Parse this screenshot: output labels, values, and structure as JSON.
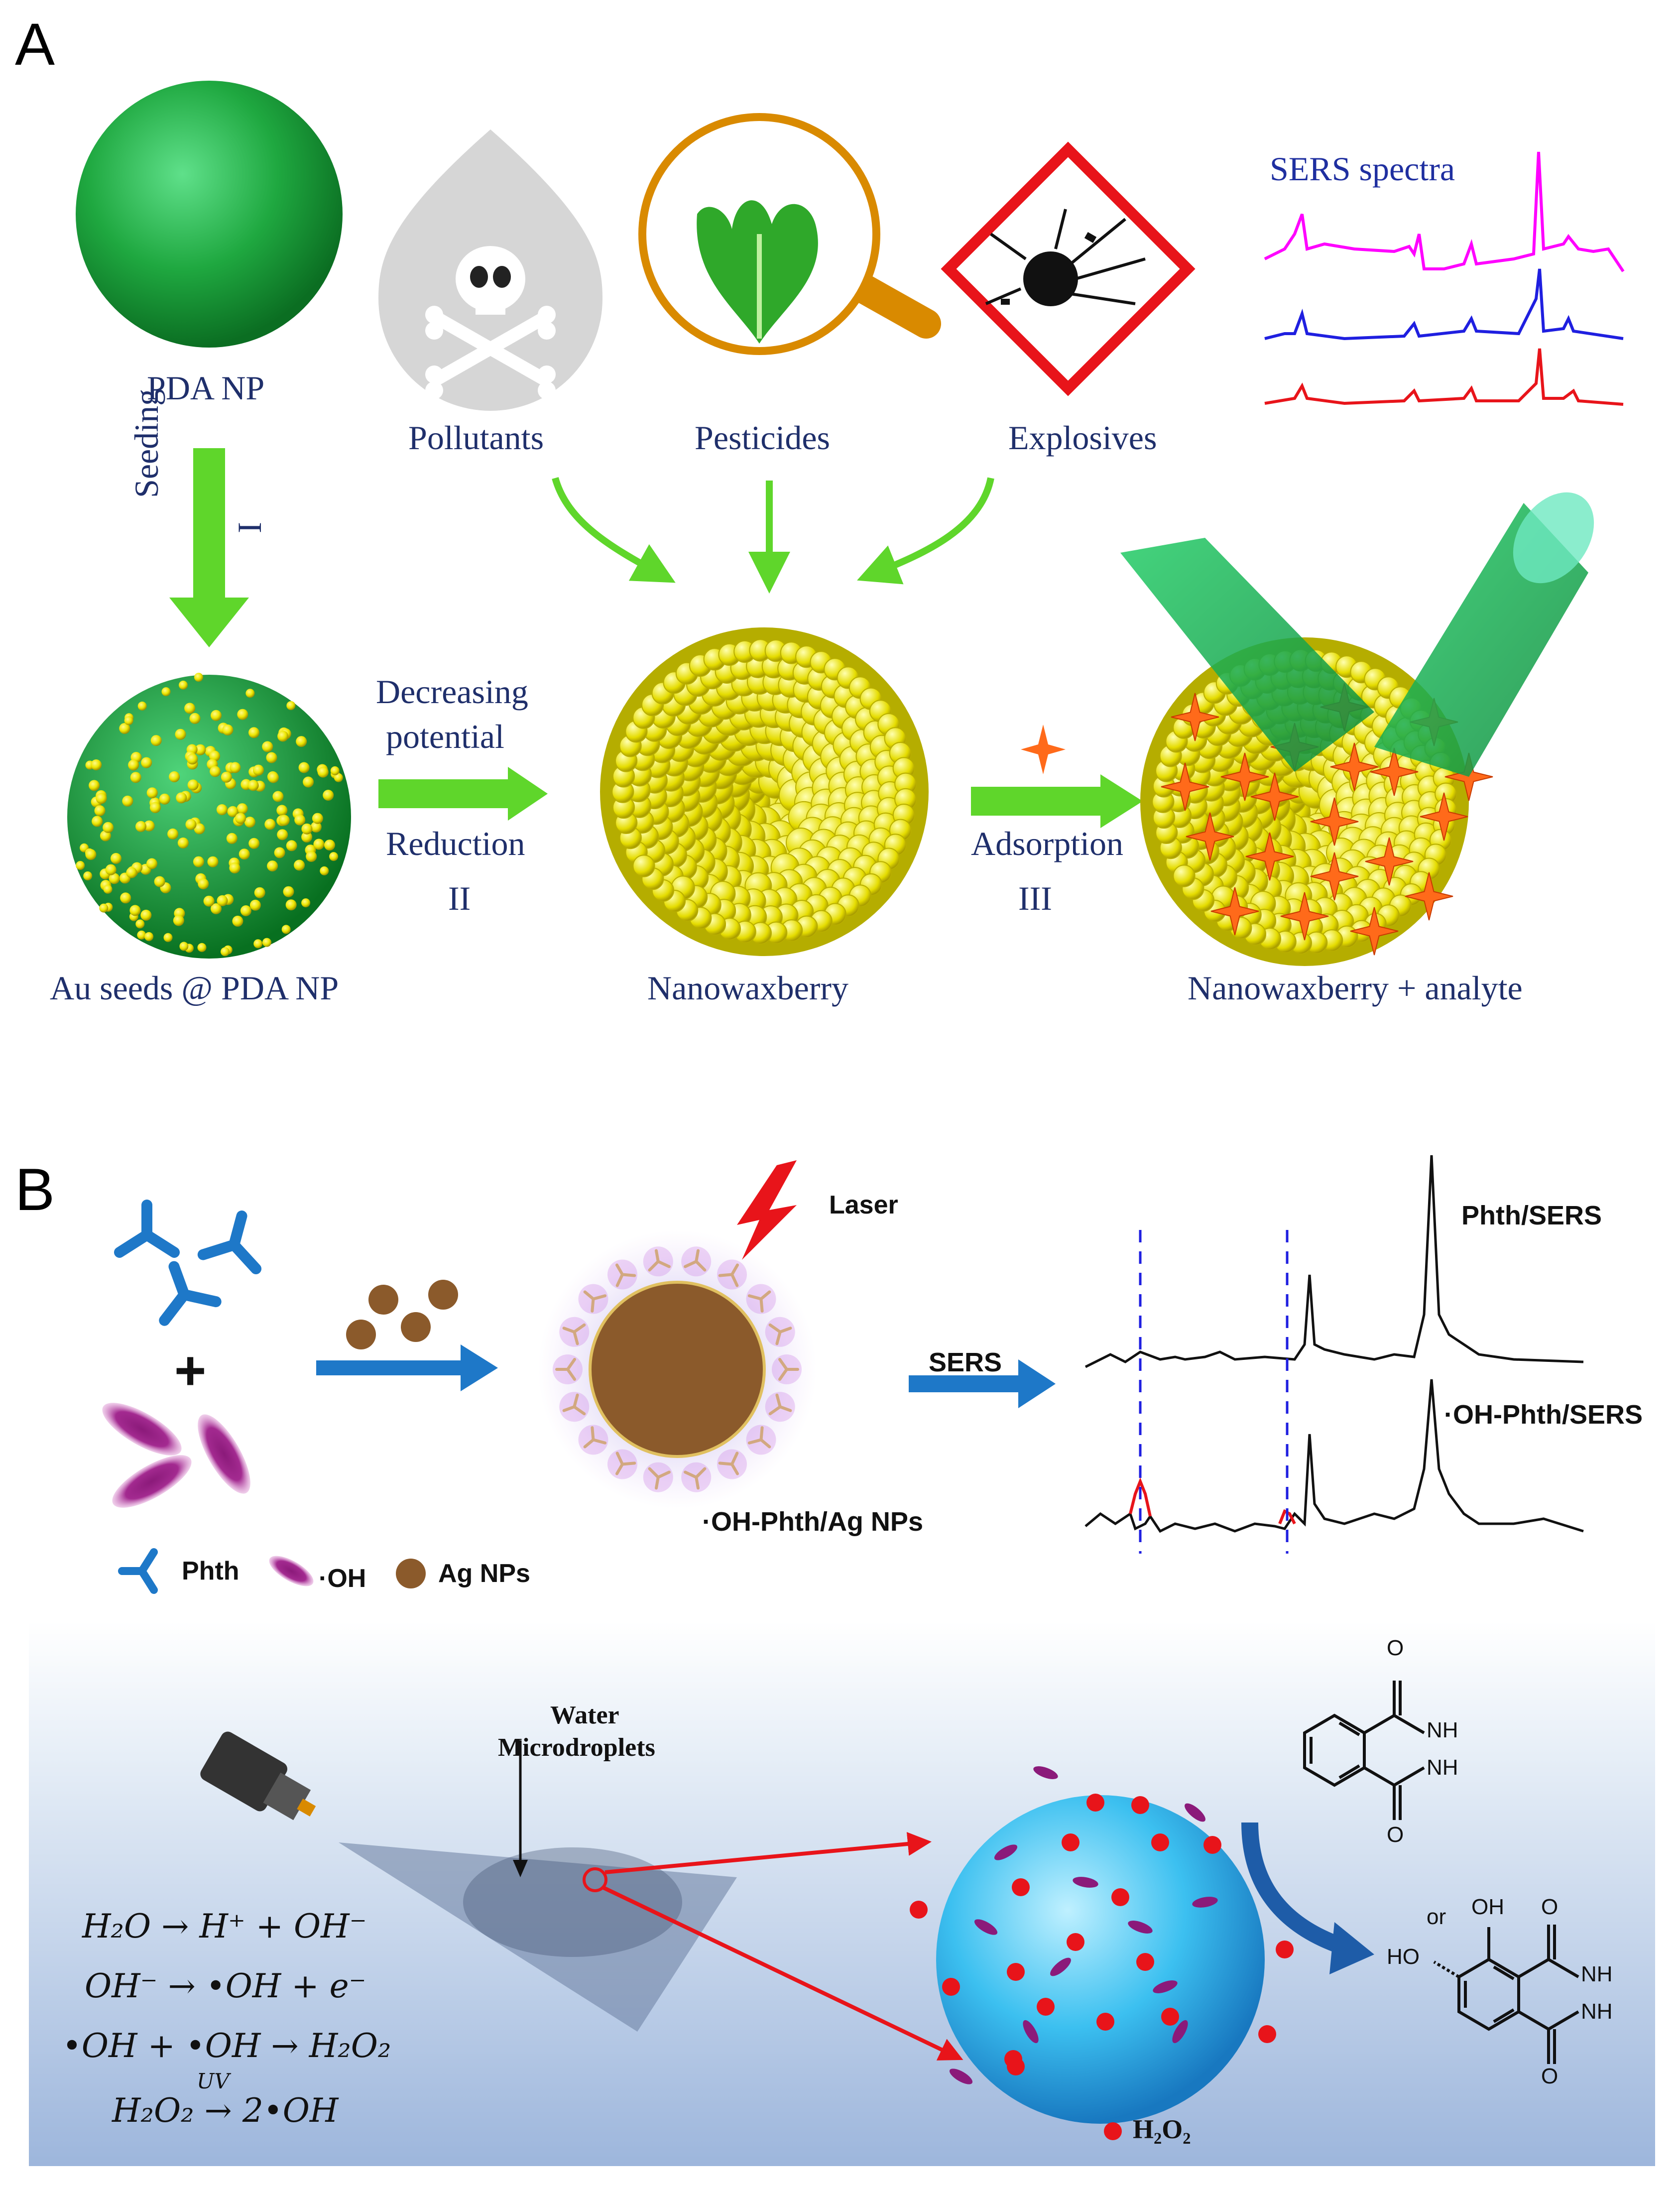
{
  "panel_a": {
    "letter": "A",
    "pda_np": "PDA NP",
    "seeding": "Seeding",
    "step_i": "I",
    "pollutants": "Pollutants",
    "pesticides": "Pesticides",
    "explosives": "Explosives",
    "sers_spectra": "SERS spectra",
    "decreasing_potential_1": "Decreasing",
    "decreasing_potential_2": "potential",
    "reduction": "Reduction",
    "step_ii": "II",
    "adsorption": "Adsorption",
    "step_iii": "III",
    "au_seeds": "Au seeds @ PDA NP",
    "nanowaxberry": "Nanowaxberry",
    "nanowaxberry_analyte": "Nanowaxberry + analyte",
    "colors": {
      "green_sphere": "#2fb34a",
      "gold": "#e8e200",
      "arrow_green": "#5fd62b",
      "text_navy": "#1f2f6b",
      "star_orange": "#ff6a1a"
    }
  },
  "panel_b": {
    "letter": "B",
    "laser": "Laser",
    "phth_sers": "Phth/SERS",
    "oh_phth_sers": "·OH-Phth/SERS",
    "sers": "SERS",
    "oh_phth_ag": "·OH-Phth/Ag NPs",
    "legend_phth": "Phth",
    "legend_oh": "·OH",
    "legend_ag": "Ag NPs",
    "water_1": "Water",
    "water_2": "Microdroplets",
    "eq1": "H₂O → H⁺ + OH⁻",
    "eq2": "OH⁻ → •OH + e⁻",
    "eq3": "•OH + •OH → H₂O₂",
    "eq4_uv": "UV",
    "eq4": "H₂O₂ → 2•OH",
    "h2o2_label": "H₂O₂",
    "mol_o_top": "O",
    "mol_o_bottom": "O",
    "mol_nh1": "NH",
    "mol_nh2": "NH",
    "mol2_o_top": "O",
    "mol2_o_bottom": "O",
    "mol2_nh1": "NH",
    "mol2_nh2": "NH",
    "mol2_or": "or",
    "mol2_oh": "OH",
    "mol2_ho": "HO",
    "colors": {
      "blue": "#1e78c8",
      "brown": "#8b5a2b",
      "purple": "#8b1a7a",
      "red": "#e8141a"
    }
  }
}
